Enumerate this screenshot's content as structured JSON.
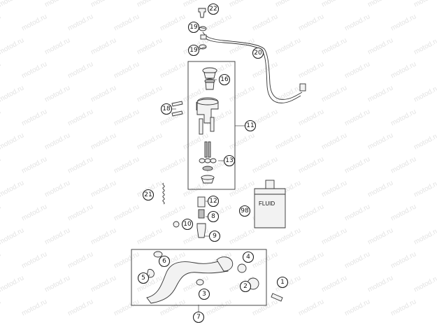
{
  "watermark": "motod.ru",
  "callouts": [
    "1",
    "2",
    "3",
    "4",
    "5",
    "6",
    "7",
    "8",
    "9",
    "10",
    "11",
    "12",
    "13",
    "16",
    "18",
    "19",
    "19",
    "20",
    "21",
    "22",
    "98"
  ],
  "fluid_label": "FLUID"
}
